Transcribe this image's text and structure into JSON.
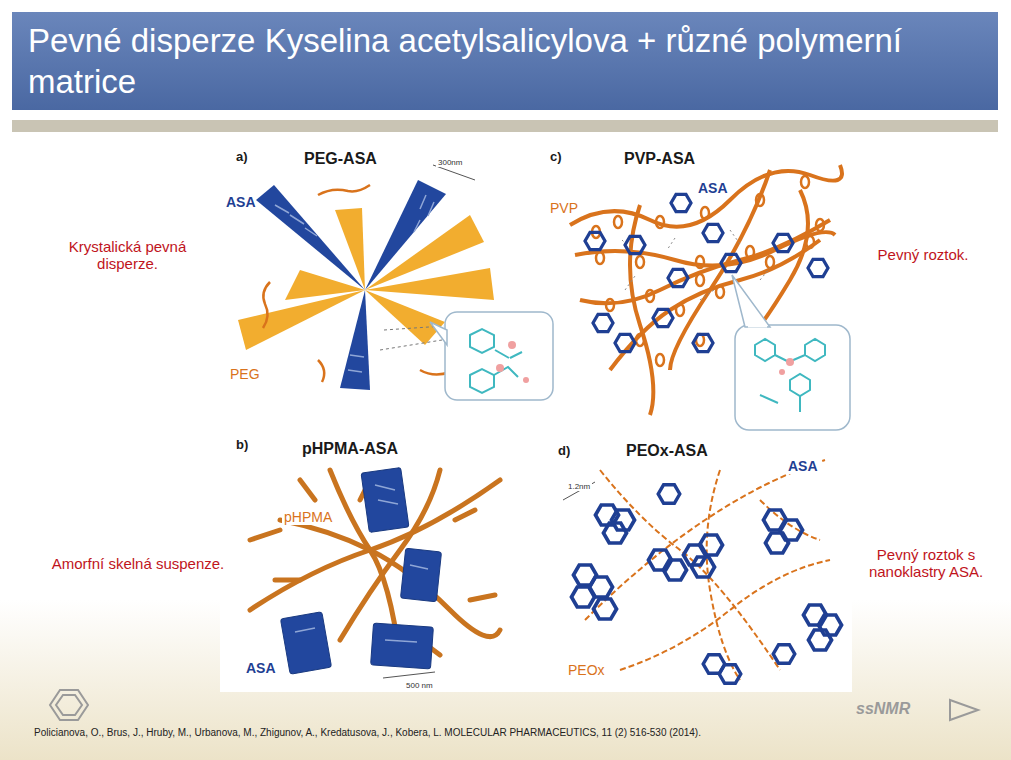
{
  "diagram": {
    "title": "Pevné disperze Kyselina acetylsalicylova + různé polymerní matrice",
    "caption": "Policianova, O., Brus, J., Hruby, M., Urbanova, M., Zhigunov, A., Kredatusova, J., Kobera, L. MOLECULAR PHARMACEUTICS, 11 (2) 516-530 (2014).",
    "labels": [
      "a)",
      "PEG-ASA",
      "300nm",
      "ASA",
      "PEG",
      "c)",
      "PVP-ASA",
      "PVP",
      "ASA",
      "Krystalická pevná disperze.",
      "Pevný roztok.",
      "b)",
      "pHPMA-ASA",
      "pHPMA",
      "ASA",
      "500 nm",
      "d)",
      "PEOx-ASA",
      "1.2nm",
      "ASA",
      "PEOx",
      "Amorfní skelná suspenze.",
      "Pevný roztok s nanoklastry ASA.",
      "ssNMR"
    ]
  }
}
